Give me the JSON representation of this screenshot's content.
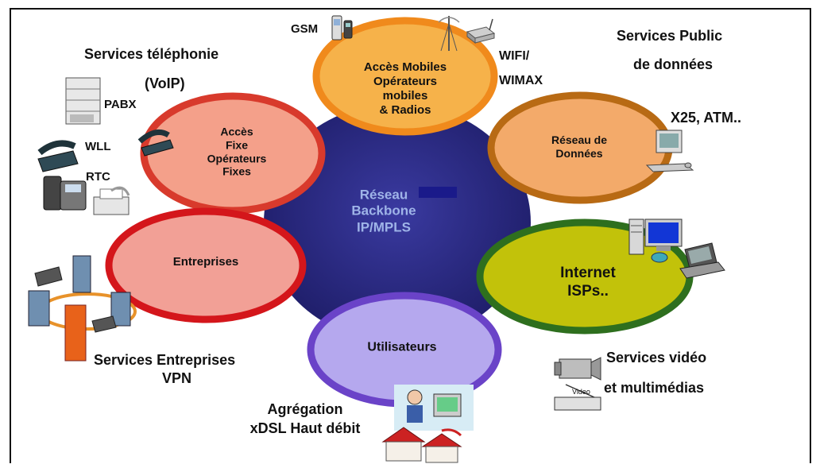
{
  "backbone": {
    "lines": [
      "Réseau",
      "Backbone",
      "IP/MPLS"
    ]
  },
  "nodes": {
    "mobile": {
      "lines": [
        "Accès Mobiles",
        "Opérateurs",
        "mobiles",
        "& Radios"
      ]
    },
    "fixe": {
      "lines": [
        "Accès",
        "Fixe",
        "Opérateurs",
        "Fixes"
      ]
    },
    "donnees": {
      "lines": [
        "Réseau de",
        "Données"
      ]
    },
    "entreprises": {
      "lines": [
        "Entreprises"
      ]
    },
    "internet": {
      "lines": [
        "Internet",
        "ISPs.."
      ]
    },
    "utilisateurs": {
      "lines": [
        "Utilisateurs"
      ]
    }
  },
  "labels": {
    "gsm": "GSM",
    "wifi_1": "WIFI/",
    "wifi_2": "WIMAX",
    "services_public_1": "Services Public",
    "services_public_2": "de données",
    "x25": "X25, ATM..",
    "services_telephonie_1": "Services téléphonie",
    "services_telephonie_2": "(VoIP)",
    "pabx": "PABX",
    "wll": "WLL",
    "rtc": "RTC",
    "services_entreprises_1": "Services Entreprises",
    "services_entreprises_2": "VPN",
    "agregation_1": "Agrégation",
    "agregation_2": "xDSL Haut débit",
    "services_video_1": "Services vidéo",
    "services_video_2": "et multimédias",
    "video_caption": "Video"
  },
  "colors": {
    "backbone_fill": "#2b2a85",
    "backbone_text": "#9fb4e8",
    "mobile_fill": "#f6b24a",
    "mobile_ring": "#f08a1c",
    "fixe_fill": "#f4a08a",
    "fixe_ring": "#d83a2c",
    "donnees_fill": "#f3aa6a",
    "donnees_ring": "#b86a14",
    "entreprises_fill": "#f2a096",
    "entreprises_ring": "#d4161b",
    "internet_fill": "#c2c20a",
    "internet_ring": "#2e6f1e",
    "utilisateurs_fill": "#b5a8ee",
    "utilisateurs_ring": "#6a43c8"
  }
}
